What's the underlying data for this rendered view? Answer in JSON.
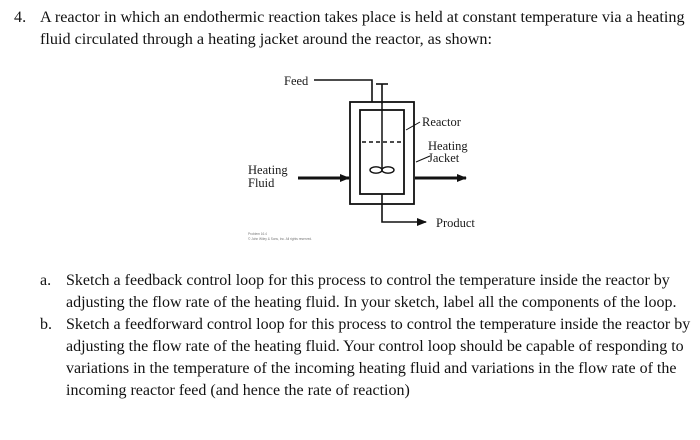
{
  "question": {
    "number": "4.",
    "stem": "A reactor in which an endothermic reaction takes place is held at constant temperature via a heating fluid circulated through a heating jacket around the reactor, as shown:"
  },
  "figure": {
    "labels": {
      "feed": "Feed",
      "reactor": "Reactor",
      "heating_jacket_line1": "Heating",
      "heating_jacket_line2": "Jacket",
      "heating_fluid_line1": "Heating",
      "heating_fluid_line2": "Fluid",
      "product": "Product"
    },
    "credit_line1": "Problem 16.4",
    "credit_line2": "© John Wiley & Sons, Inc. All rights reserved."
  },
  "parts": [
    {
      "letter": "a.",
      "text": "Sketch a feedback control loop for this process to control the temperature inside the reactor by adjusting the flow rate of the heating fluid. In your sketch, label all the components of the loop."
    },
    {
      "letter": "b.",
      "text": "Sketch a feedforward control loop for this process to control the temperature inside the reactor by adjusting the flow rate of the heating fluid. Your control loop should be capable of responding to variations in the temperature of the incoming heating fluid and variations in the flow rate of the incoming reactor feed (and hence the rate of reaction)"
    }
  ]
}
